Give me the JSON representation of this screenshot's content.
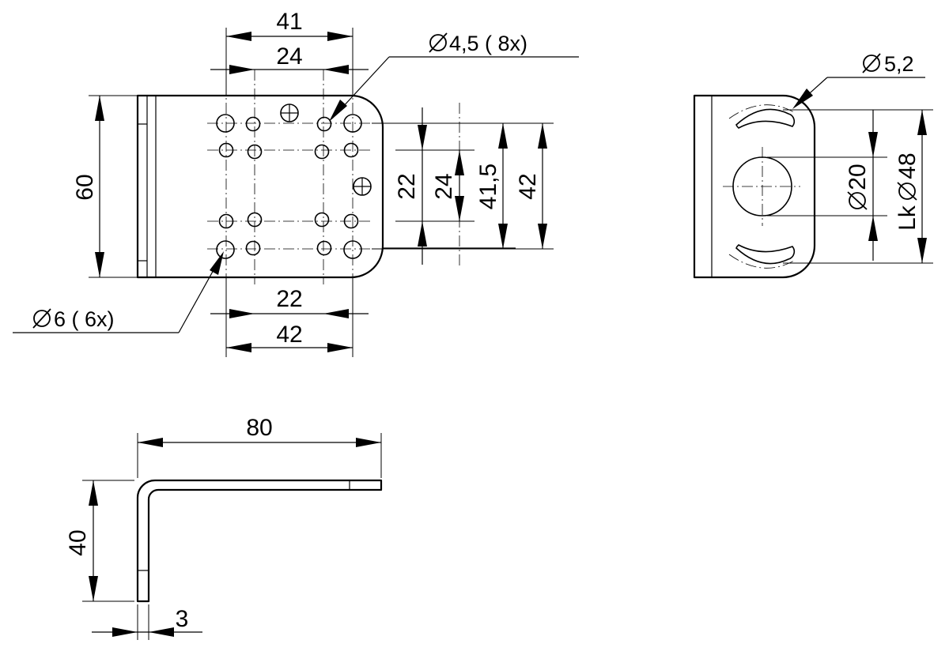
{
  "front_view": {
    "width_top_outer": "41",
    "width_top_inner": "24",
    "height_left": "60",
    "height_22": "22",
    "height_24": "24",
    "height_41_5": "41,5",
    "height_42": "42",
    "width_bottom_inner": "22",
    "width_bottom_outer": "42",
    "callout_small_holes": "4,5 ( 8x)",
    "callout_large_holes": "6 ( 6x)"
  },
  "side_view": {
    "callout_slot": "5,2",
    "dim_center_hole": "20",
    "dim_bolt_circle_prefix": "Lk",
    "dim_bolt_circle": "48"
  },
  "profile_view": {
    "length": "80",
    "height": "40",
    "thickness": "3"
  },
  "symbols": {
    "diameter": "diameter-symbol-icon"
  }
}
